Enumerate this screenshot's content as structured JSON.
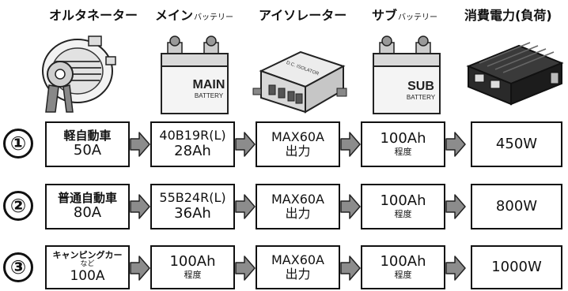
{
  "headers": {
    "alternator": "オルタネーター",
    "main_battery": "メイン",
    "main_battery_suffix": "バッテリー",
    "isolator": "アイソレーター",
    "sub_battery": "サブ",
    "sub_battery_suffix": "バッテリー",
    "consumption": "消費電力(負荷)"
  },
  "battery_labels": {
    "main_line1": "MAIN",
    "main_line2": "BATTERY",
    "sub_line1": "SUB",
    "sub_line2": "BATTERY"
  },
  "isolator_label": "D.C. ISOLATOR",
  "rows": [
    {
      "number": "①",
      "source": {
        "line1": "軽自動車",
        "line2": "50A"
      },
      "main": {
        "line1": "40B19R(L)",
        "line2": "28Ah"
      },
      "isolator": {
        "line1": "MAX60A",
        "line2": "出力"
      },
      "sub": {
        "line1": "100Ah",
        "line2": "程度"
      },
      "load": "450W"
    },
    {
      "number": "②",
      "source": {
        "line1": "普通自動車",
        "line2": "80A"
      },
      "main": {
        "line1": "55B24R(L)",
        "line2": "36Ah"
      },
      "isolator": {
        "line1": "MAX60A",
        "line2": "出力"
      },
      "sub": {
        "line1": "100Ah",
        "line2": "程度"
      },
      "load": "800W"
    },
    {
      "number": "③",
      "source": {
        "line1": "キャンピングカー",
        "note": "など",
        "line2": "100A"
      },
      "main": {
        "line1": "100Ah",
        "line2": "程度"
      },
      "isolator": {
        "line1": "MAX60A",
        "line2": "出力"
      },
      "sub": {
        "line1": "100Ah",
        "line2": "程度"
      },
      "load": "1000W"
    }
  ]
}
